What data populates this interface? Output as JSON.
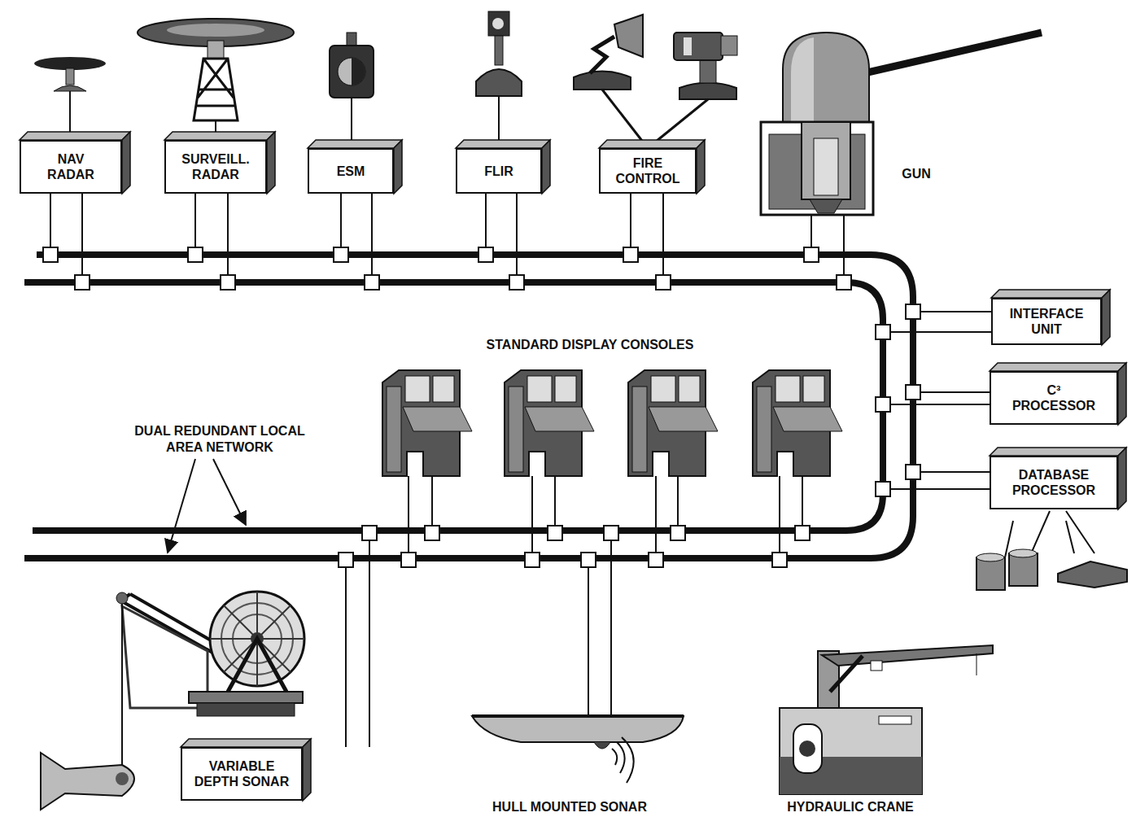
{
  "diagram": {
    "nodes": [
      {
        "text": [
          "NAV RADAR"
        ]
      },
      {
        "text": [
          "SURVEILL. RADAR"
        ]
      },
      {
        "text": [
          "ESM"
        ]
      },
      {
        "text": [
          "FLIR"
        ]
      },
      {
        "text": [
          "FIRE CONTROL"
        ]
      },
      {
        "text": [
          "INTERFACE UNIT"
        ]
      },
      {
        "text": [
          "C³ PROCESSOR"
        ]
      },
      {
        "text": [
          "DATABASE PROCESSOR"
        ]
      },
      {
        "text": [
          "VARIABLE DEPTH SONAR"
        ]
      }
    ],
    "labels": [
      "GUN",
      "STANDARD DISPLAY CONSOLES",
      "DUAL REDUNDANT LOCAL AREA NETWORK",
      "HULL MOUNTED SONAR",
      "HYDRAULIC CRANE"
    ]
  }
}
